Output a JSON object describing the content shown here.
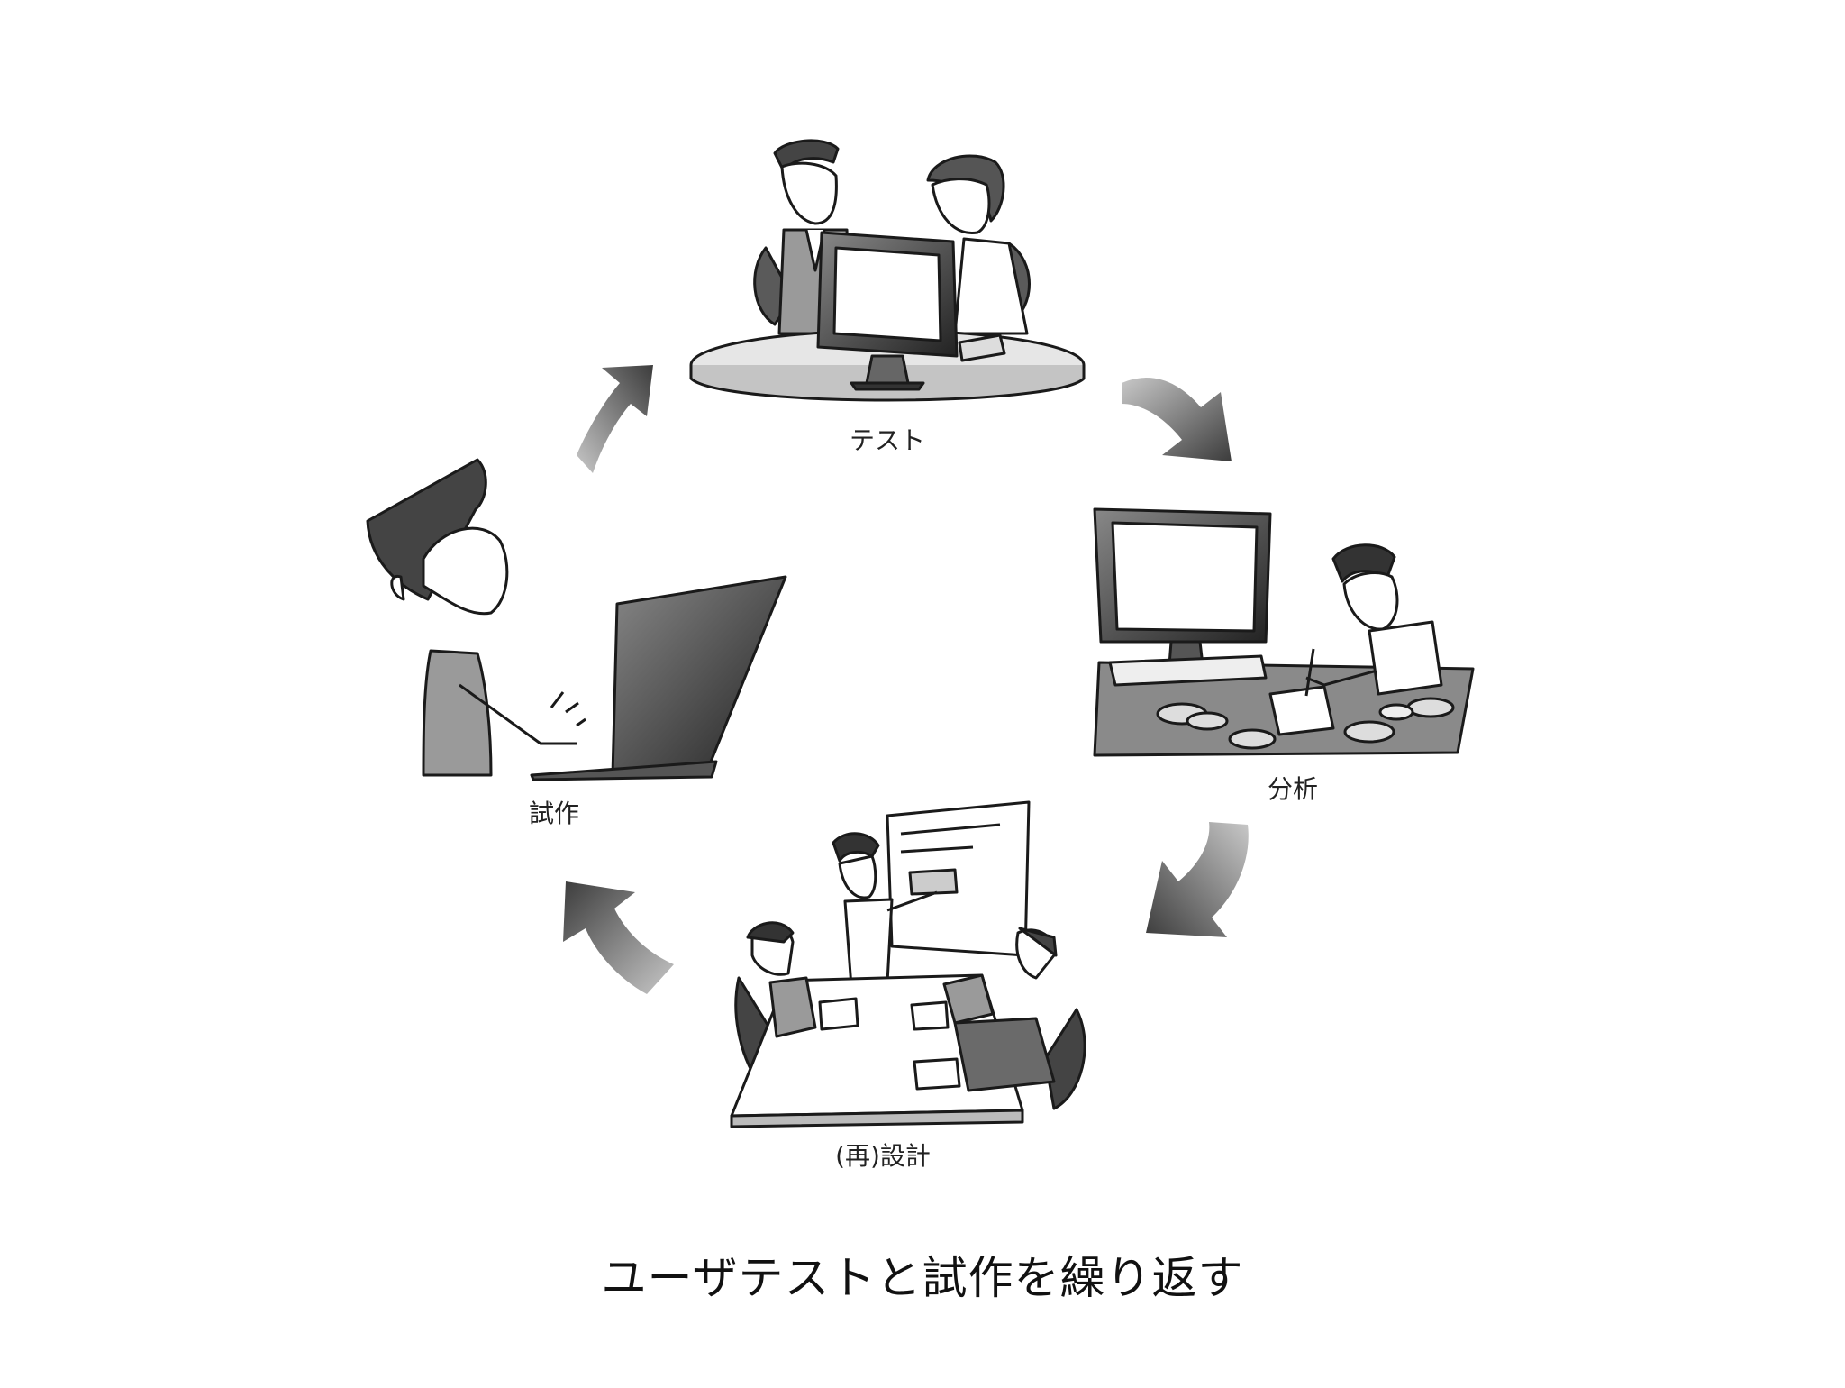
{
  "diagram": {
    "stages": {
      "test": "テスト",
      "analysis": "分析",
      "design": "(再)設計",
      "prototype": "試作"
    },
    "caption": "ユーザテストと試作を繰り返す",
    "colors": {
      "arrow_dark": "#3a3a3a",
      "arrow_light": "#c8c8c8",
      "line": "#1a1a1a",
      "fill_gray": "#9a9a9a",
      "fill_dark": "#4a4a4a"
    }
  }
}
